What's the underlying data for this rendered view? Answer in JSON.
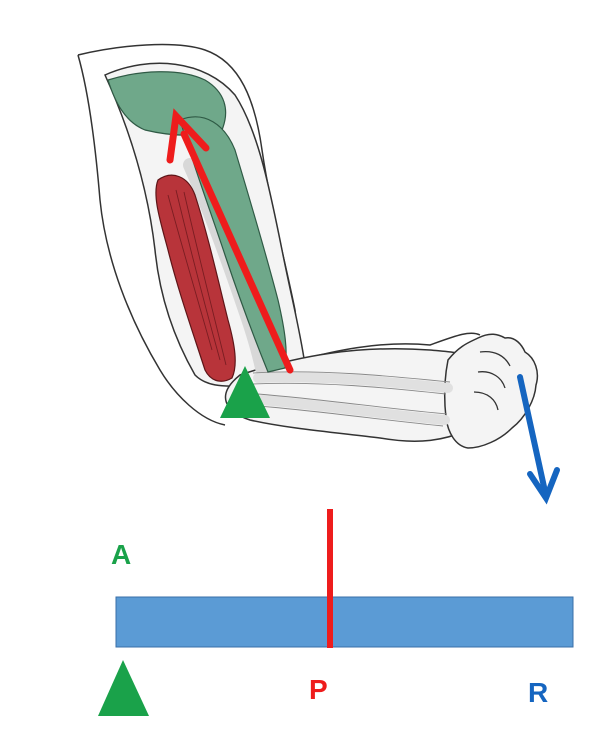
{
  "labels": {
    "fulcrum": "A",
    "effort": "P",
    "load": "R"
  },
  "colors": {
    "fulcrum": "#1aa24a",
    "effort": "#ee1c1c",
    "load": "#1565c0",
    "beam_fill": "#5b9bd5",
    "beam_stroke": "#3a6fa8",
    "muscle_green": "#6fa88a",
    "muscle_red": "#b8343a",
    "skin": "#f4f4f4",
    "outline": "#222222"
  },
  "icons": {
    "fulcrum_marker": "triangle-up",
    "load_arrow": "arrow-down",
    "effort_arrow": "arrow-up-left"
  }
}
